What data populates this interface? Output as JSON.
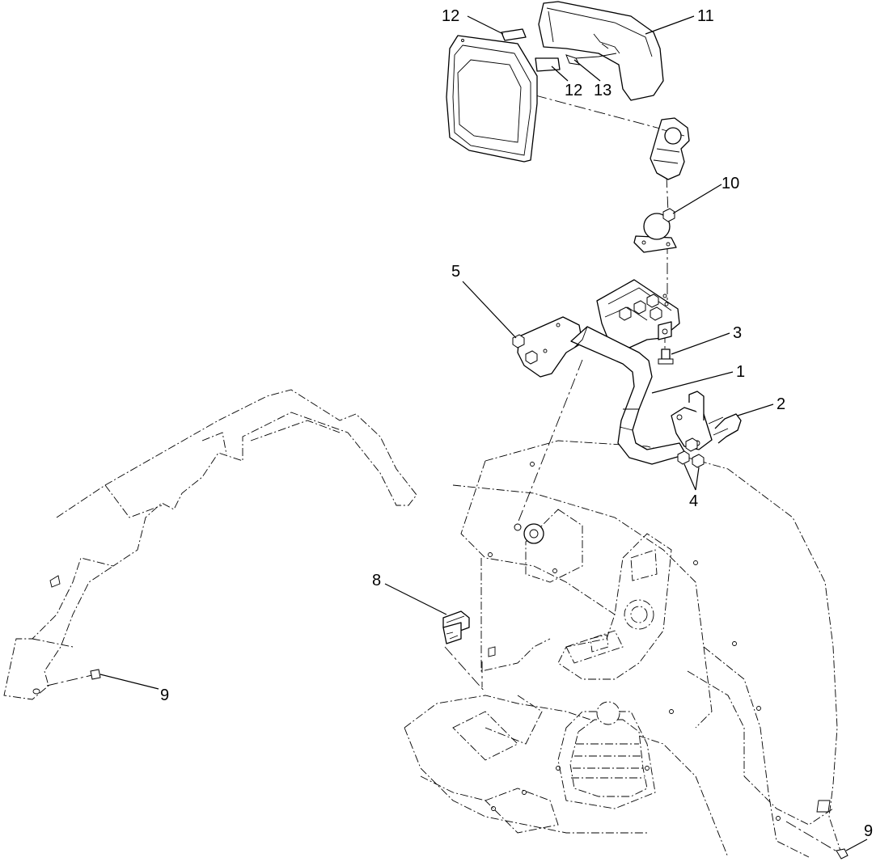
{
  "callouts": [
    {
      "id": "c12a",
      "label": "12"
    },
    {
      "id": "c11",
      "label": "11"
    },
    {
      "id": "c12b",
      "label": "12"
    },
    {
      "id": "c13",
      "label": "13"
    },
    {
      "id": "c10",
      "label": "10"
    },
    {
      "id": "c5",
      "label": "5"
    },
    {
      "id": "c3",
      "label": "3"
    },
    {
      "id": "c1",
      "label": "1"
    },
    {
      "id": "c2",
      "label": "2"
    },
    {
      "id": "c4",
      "label": "4"
    },
    {
      "id": "c8",
      "label": "8"
    },
    {
      "id": "c9a",
      "label": "9"
    },
    {
      "id": "c9b",
      "label": "9"
    }
  ]
}
